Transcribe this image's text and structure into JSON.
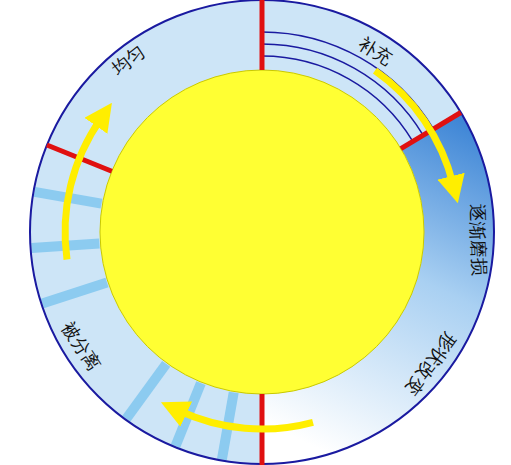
{
  "diagram": {
    "labels": [
      "均匀",
      "补充",
      "逐渐磨损",
      "形状改变",
      "被分离"
    ]
  }
}
